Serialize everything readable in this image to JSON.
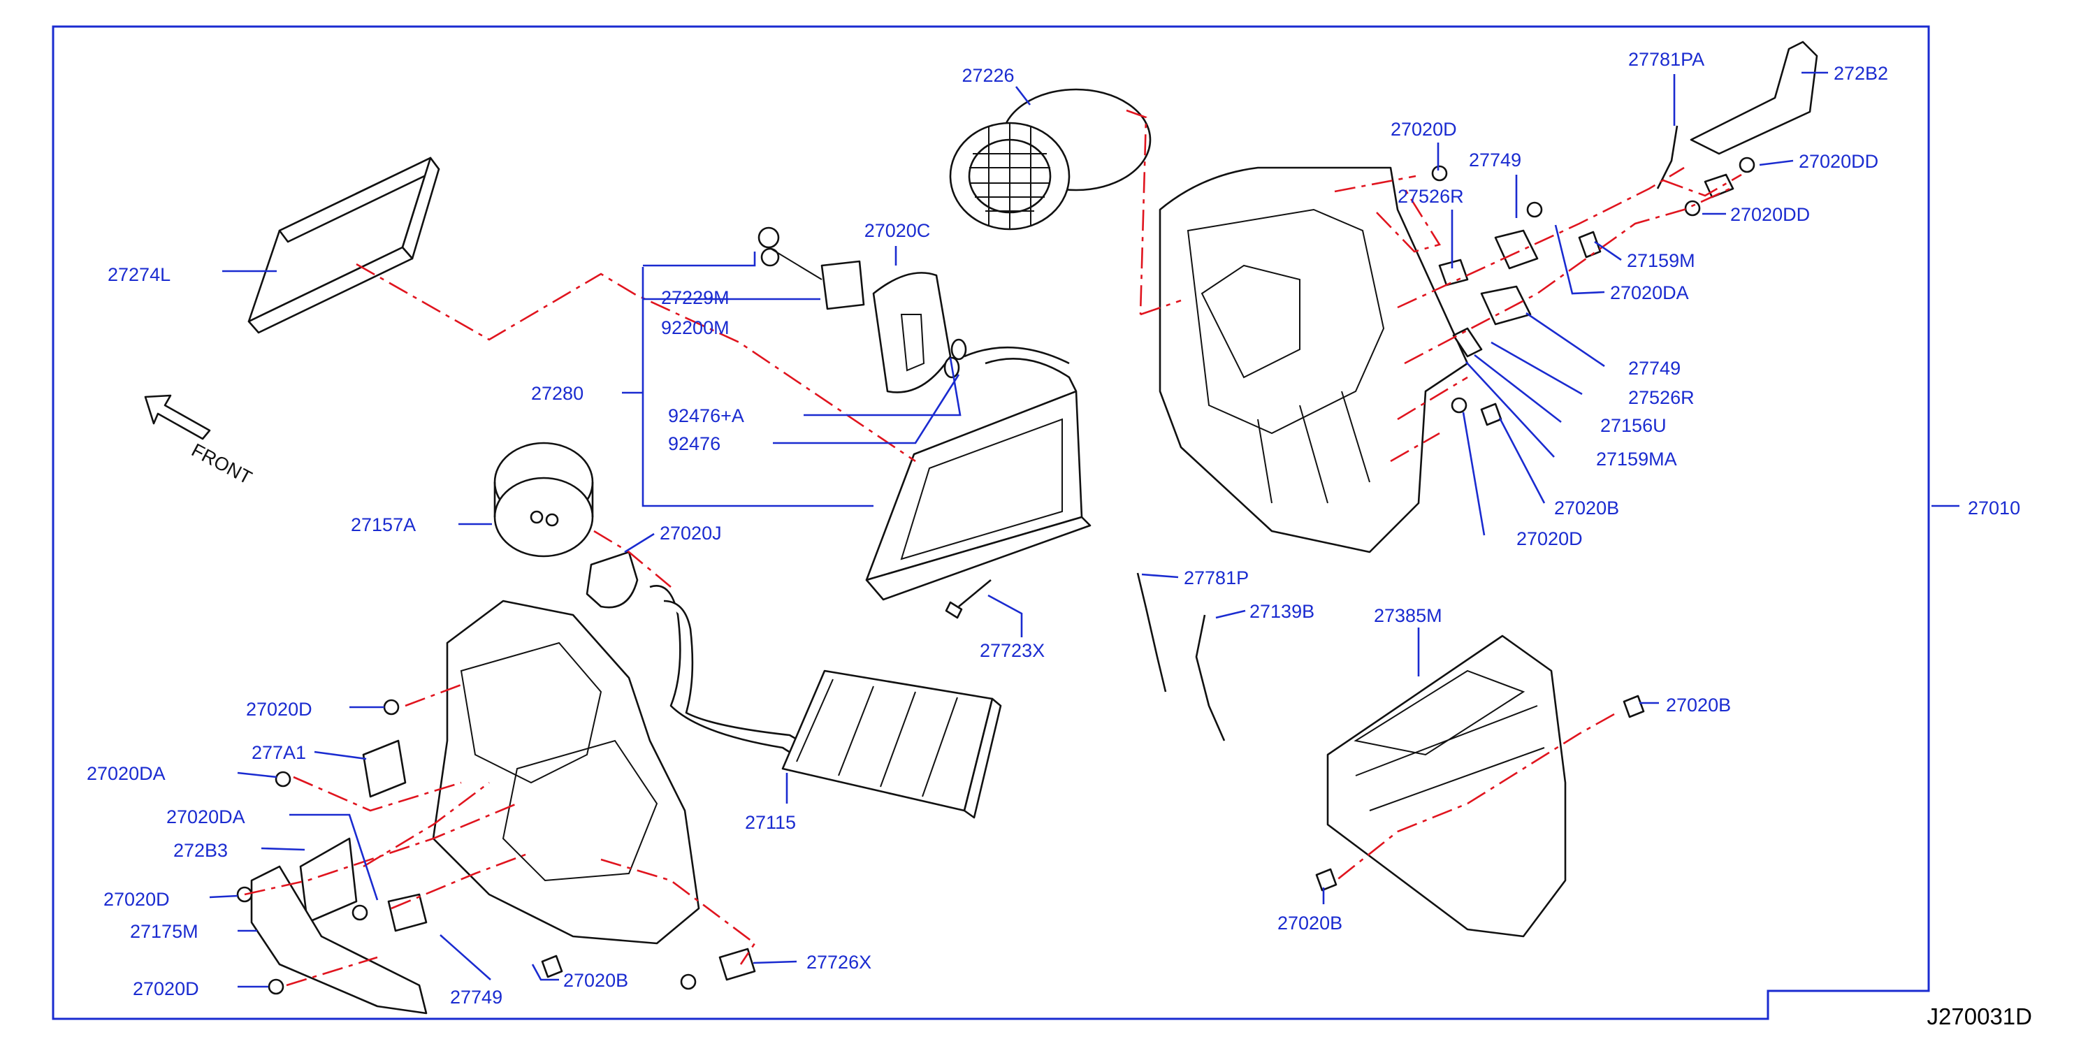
{
  "diagram": {
    "reference_code": "J270031D",
    "front_marker": "FRONT",
    "parts": [
      {
        "id": "p27226",
        "label": "27226"
      },
      {
        "id": "p27274L",
        "label": "27274L"
      },
      {
        "id": "p27020C",
        "label": "27020C"
      },
      {
        "id": "p27229M",
        "label": "27229M"
      },
      {
        "id": "p92200M",
        "label": "92200M"
      },
      {
        "id": "p27280",
        "label": "27280"
      },
      {
        "id": "p92476A",
        "label": "92476+A"
      },
      {
        "id": "p92476",
        "label": "92476"
      },
      {
        "id": "p27157A",
        "label": "27157A"
      },
      {
        "id": "p27020J",
        "label": "27020J"
      },
      {
        "id": "p27723X",
        "label": "27723X"
      },
      {
        "id": "p27020D_top",
        "label": "27020D"
      },
      {
        "id": "p27749_top",
        "label": "27749"
      },
      {
        "id": "p27526R_top",
        "label": "27526R"
      },
      {
        "id": "p27781PA",
        "label": "27781PA"
      },
      {
        "id": "p272B2",
        "label": "272B2"
      },
      {
        "id": "p27020DD_1",
        "label": "27020DD"
      },
      {
        "id": "p27020DD_2",
        "label": "27020DD"
      },
      {
        "id": "p27159M",
        "label": "27159M"
      },
      {
        "id": "p27020DA_right",
        "label": "27020DA"
      },
      {
        "id": "p27749_right",
        "label": "27749"
      },
      {
        "id": "p27526R_right",
        "label": "27526R"
      },
      {
        "id": "p27156U",
        "label": "27156U"
      },
      {
        "id": "p27159MA",
        "label": "27159MA"
      },
      {
        "id": "p27020B_right",
        "label": "27020B"
      },
      {
        "id": "p27020D_right",
        "label": "27020D"
      },
      {
        "id": "p27010",
        "label": "27010"
      },
      {
        "id": "p27781P",
        "label": "27781P"
      },
      {
        "id": "p27139B",
        "label": "27139B"
      },
      {
        "id": "p27385M",
        "label": "27385M"
      },
      {
        "id": "p27020B_case",
        "label": "27020B"
      },
      {
        "id": "p27020B_bottom",
        "label": "27020B"
      },
      {
        "id": "p27020D_left1",
        "label": "27020D"
      },
      {
        "id": "p277A1",
        "label": "277A1"
      },
      {
        "id": "p27020DA_left1",
        "label": "27020DA"
      },
      {
        "id": "p27020DA_left2",
        "label": "27020DA"
      },
      {
        "id": "p272B3",
        "label": "272B3"
      },
      {
        "id": "p27020D_left2",
        "label": "27020D"
      },
      {
        "id": "p27175M",
        "label": "27175M"
      },
      {
        "id": "p27020D_left3",
        "label": "27020D"
      },
      {
        "id": "p27749_bottom",
        "label": "27749"
      },
      {
        "id": "p27020B_left",
        "label": "27020B"
      },
      {
        "id": "p27726X",
        "label": "27726X"
      },
      {
        "id": "p27115",
        "label": "27115"
      }
    ]
  }
}
